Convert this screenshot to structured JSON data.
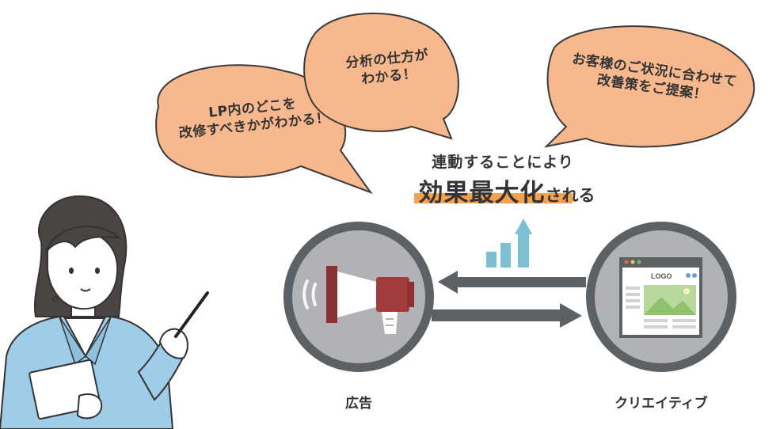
{
  "bubbles": {
    "left": {
      "line1": "LP内のどこを",
      "line2": "改修すべきかがわかる！"
    },
    "middle": {
      "line1": "分析の仕方が",
      "line2": "わかる！"
    },
    "right": {
      "line1": "お客様のご状況に合わせて",
      "line2": "改善策をご提案！"
    }
  },
  "caption": {
    "sub": "連動することにより",
    "main": "効果最大化",
    "suffix": "される"
  },
  "nodes": {
    "ad": {
      "label": "広告",
      "icon": "megaphone-icon"
    },
    "creative": {
      "label": "クリエイティブ",
      "icon": "web-page-icon",
      "logo_text": "LOGO"
    }
  },
  "colors": {
    "bubble": "#f6b88c",
    "bubble_stroke": "#3a3a3a",
    "circle": "#b0b2b5",
    "circle_ring": "#5c6166",
    "arrow": "#5c6166",
    "growth": "#7fbfd4",
    "highlight": "#f2a14f",
    "jacket": "#9fcde8"
  }
}
